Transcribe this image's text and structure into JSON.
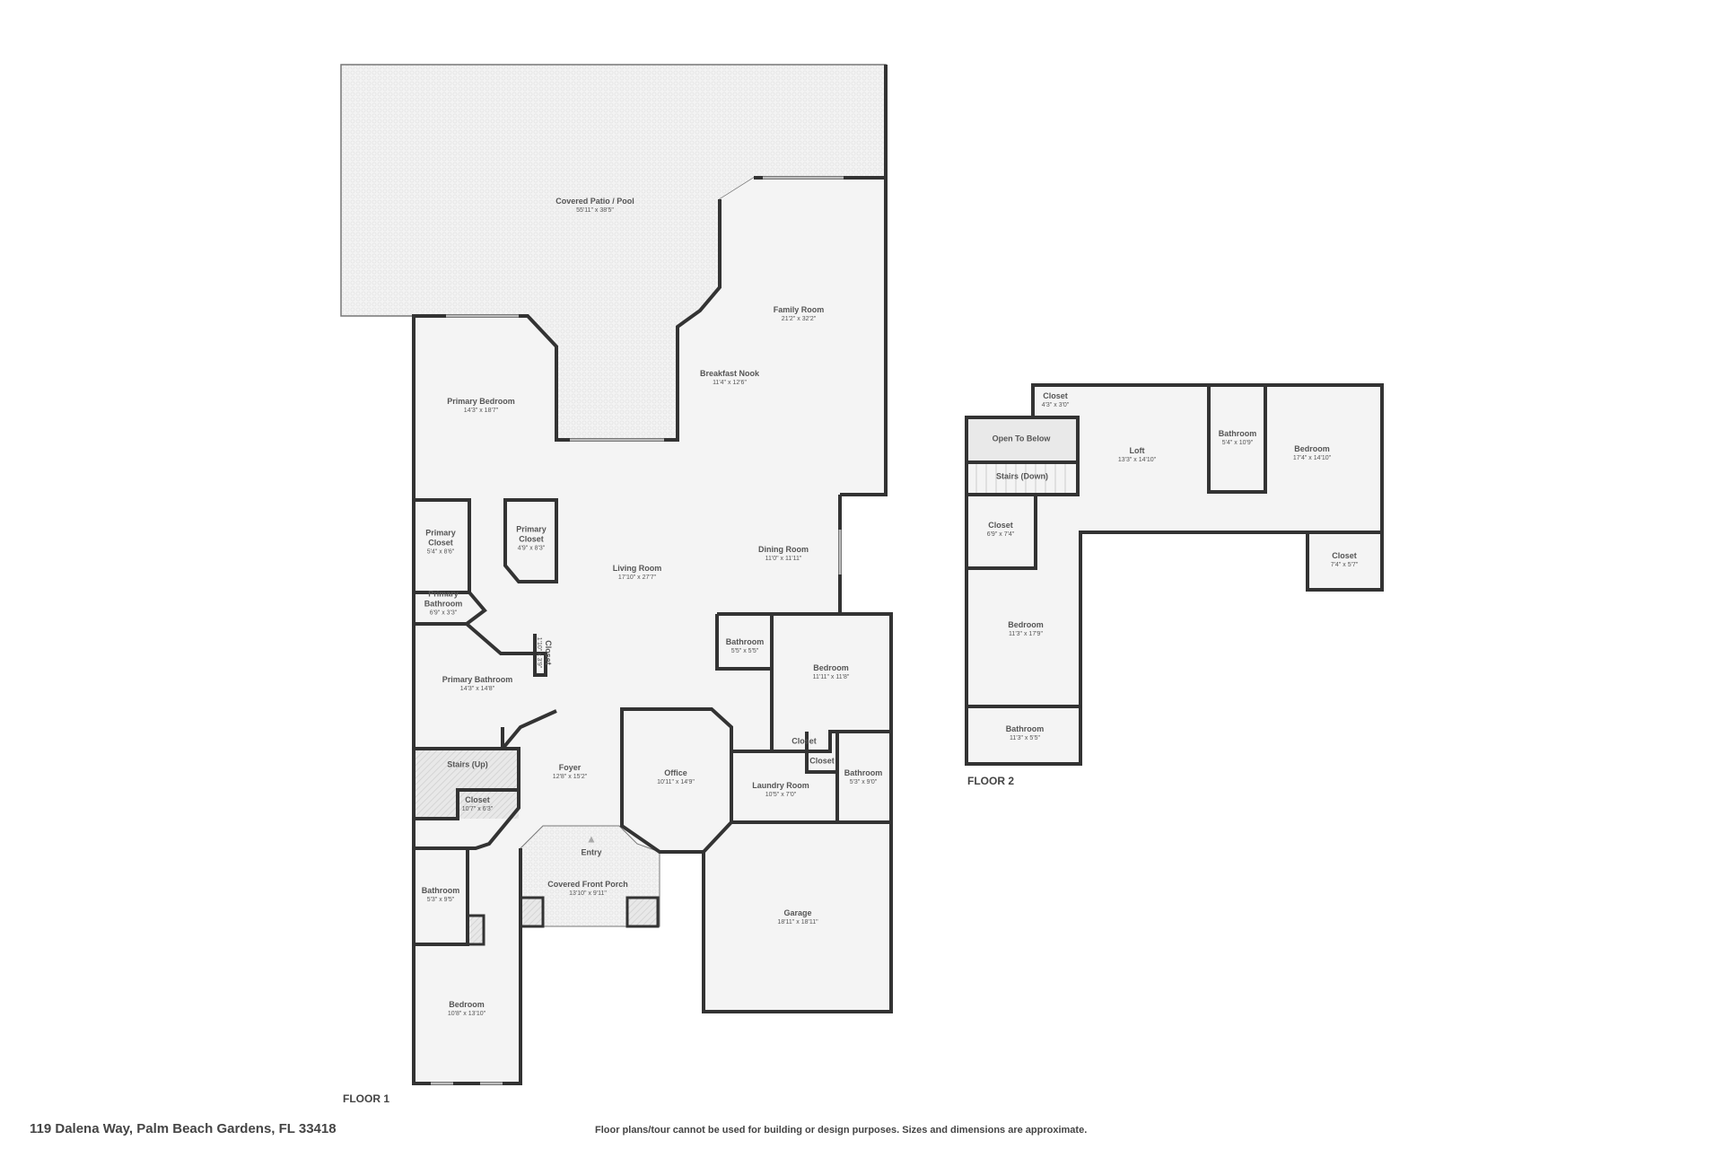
{
  "address": "119 Dalena Way, Palm Beach Gardens, FL 33418",
  "disclaimer": "Floor plans/tour cannot be used for building or design purposes. Sizes and dimensions are approximate.",
  "colors": {
    "wall": "#333333",
    "floor": "#f4f4f4",
    "outdoor": "#f0f0f0",
    "text": "#555555"
  },
  "floors": [
    {
      "label": "FLOOR 1",
      "rooms": [
        {
          "name": "Covered Patio / Pool",
          "dim": "55'11\" x 38'5\""
        },
        {
          "name": "Family Room",
          "dim": "21'2\" x 32'2\""
        },
        {
          "name": "Breakfast Nook",
          "dim": "11'4\" x 12'6\""
        },
        {
          "name": "Primary Bedroom",
          "dim": "14'3\" x 18'7\""
        },
        {
          "name": "Primary Closet",
          "dim": "5'4\" x 8'6\""
        },
        {
          "name": "Primary Closet",
          "dim": "4'9\" x 8'3\""
        },
        {
          "name": "Living Room",
          "dim": "17'10\" x 27'7\""
        },
        {
          "name": "Dining Room",
          "dim": "11'0\" x 11'11\""
        },
        {
          "name": "Primary Bathroom",
          "dim": "6'9\" x 3'3\""
        },
        {
          "name": "Closet",
          "dim": "1'10\" x 3'9\""
        },
        {
          "name": "Primary Bathroom",
          "dim": "14'3\" x 14'8\""
        },
        {
          "name": "Bathroom",
          "dim": "5'5\" x 5'5\""
        },
        {
          "name": "Bedroom",
          "dim": "11'11\" x 11'8\""
        },
        {
          "name": "Closet",
          "dim": ""
        },
        {
          "name": "Closet",
          "dim": ""
        },
        {
          "name": "Bathroom",
          "dim": "5'3\" x 9'0\""
        },
        {
          "name": "Stairs (Up)",
          "dim": ""
        },
        {
          "name": "Foyer",
          "dim": "12'8\" x 15'2\""
        },
        {
          "name": "Office",
          "dim": "10'11\" x 14'9\""
        },
        {
          "name": "Laundry Room",
          "dim": "10'5\" x 7'0\""
        },
        {
          "name": "Closet",
          "dim": "10'7\" x 6'3\""
        },
        {
          "name": "Entry",
          "dim": ""
        },
        {
          "name": "Covered Front Porch",
          "dim": "13'10\" x 9'11\""
        },
        {
          "name": "Bathroom",
          "dim": "5'3\" x 9'5\""
        },
        {
          "name": "Garage",
          "dim": "18'11\" x 18'11\""
        },
        {
          "name": "Bedroom",
          "dim": "10'8\" x 13'10\""
        }
      ]
    },
    {
      "label": "FLOOR 2",
      "rooms": [
        {
          "name": "Closet",
          "dim": "4'3\" x 3'0\""
        },
        {
          "name": "Open To Below",
          "dim": ""
        },
        {
          "name": "Stairs (Down)",
          "dim": ""
        },
        {
          "name": "Loft",
          "dim": "13'3\" x 14'10\""
        },
        {
          "name": "Bathroom",
          "dim": "5'4\" x 10'9\""
        },
        {
          "name": "Bedroom",
          "dim": "17'4\" x 14'10\""
        },
        {
          "name": "Closet",
          "dim": "6'9\" x 7'4\""
        },
        {
          "name": "Closet",
          "dim": "7'4\" x 5'7\""
        },
        {
          "name": "Bedroom",
          "dim": "11'3\" x 17'9\""
        },
        {
          "name": "Bathroom",
          "dim": "11'3\" x 5'5\""
        }
      ]
    }
  ]
}
